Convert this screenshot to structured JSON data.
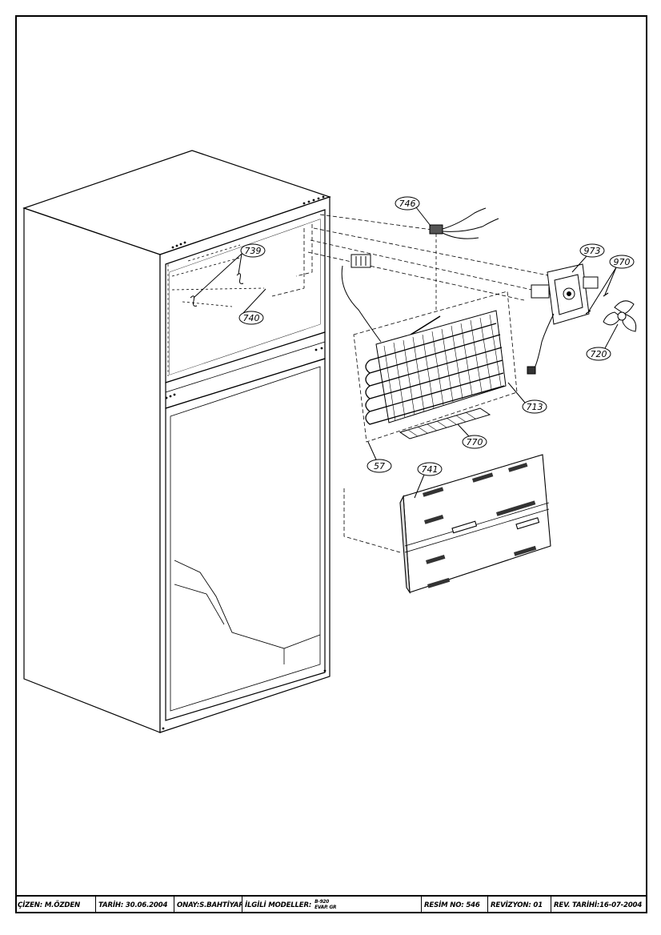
{
  "title_block": {
    "drawn_by": "ÇİZEN: M.ÖZDEN",
    "date": "TARİH: 30.06.2004",
    "approved_by": "ONAY:S.BAHTİYAR",
    "related_models_label": "İLGİLİ MODELLER:",
    "related_model_1": "B-920",
    "related_model_2": "EVAP. GR",
    "drawing_no": "RESİM NO: 546",
    "revision": "REVİZYON: 01",
    "revision_date": "REV. TARİHİ:16-07-2004"
  },
  "callouts": {
    "c746": "746",
    "c739": "739",
    "c740": "740",
    "c973": "973",
    "c970": "970",
    "c720": "720",
    "c713": "713",
    "c770": "770",
    "c57": "57",
    "c741": "741"
  },
  "colors": {
    "line": "#000000",
    "fill": "#ffffff",
    "shade": "#d9d9d9",
    "dark": "#3a3a3a"
  }
}
